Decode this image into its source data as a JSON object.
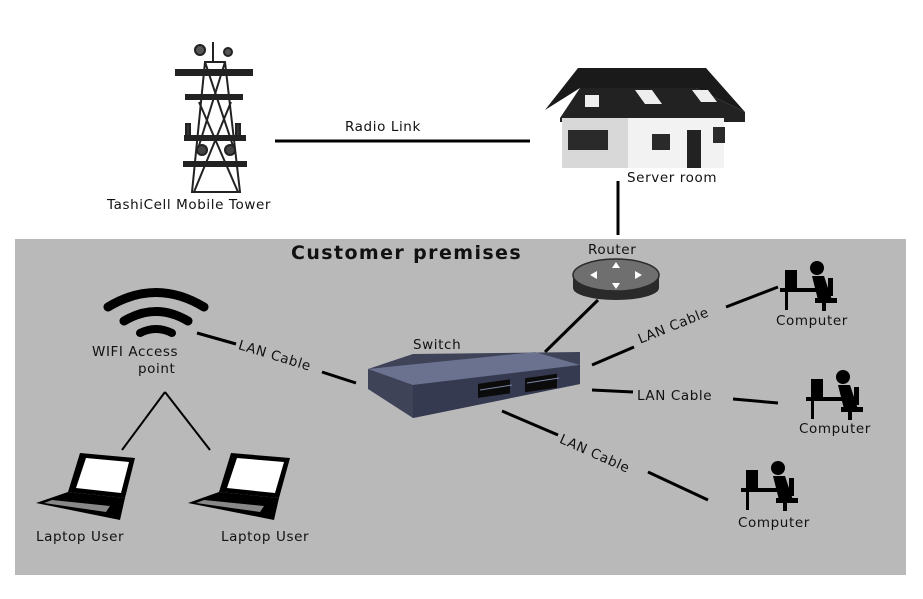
{
  "diagram": {
    "title": "Customer premises",
    "nodes": {
      "tower": {
        "label": "TashiCell Mobile Tower",
        "icon": "cell-tower-icon"
      },
      "server_room": {
        "label": "Server room",
        "icon": "house-icon"
      },
      "router": {
        "label": "Router",
        "icon": "router-icon"
      },
      "switch": {
        "label": "Switch",
        "icon": "network-switch-icon"
      },
      "wifi": {
        "label_line1": "WIFI Access",
        "label_line2": "point",
        "icon": "wifi-icon"
      },
      "laptop1": {
        "label": "Laptop User",
        "icon": "laptop-icon"
      },
      "laptop2": {
        "label": "Laptop User",
        "icon": "laptop-icon"
      },
      "computer1": {
        "label": "Computer",
        "icon": "computer-user-icon"
      },
      "computer2": {
        "label": "Computer",
        "icon": "computer-user-icon"
      },
      "computer3": {
        "label": "Computer",
        "icon": "computer-user-icon"
      }
    },
    "links": {
      "radio": "Radio Link",
      "lan_wifi": "LAN Cable",
      "lan_computer1": "LAN Cable",
      "lan_computer2": "LAN Cable",
      "lan_computer3": "LAN Cable"
    },
    "colors": {
      "premises_bg": "#b9b9ba",
      "line": "#000000",
      "switch_body": "#4a4f66"
    }
  }
}
